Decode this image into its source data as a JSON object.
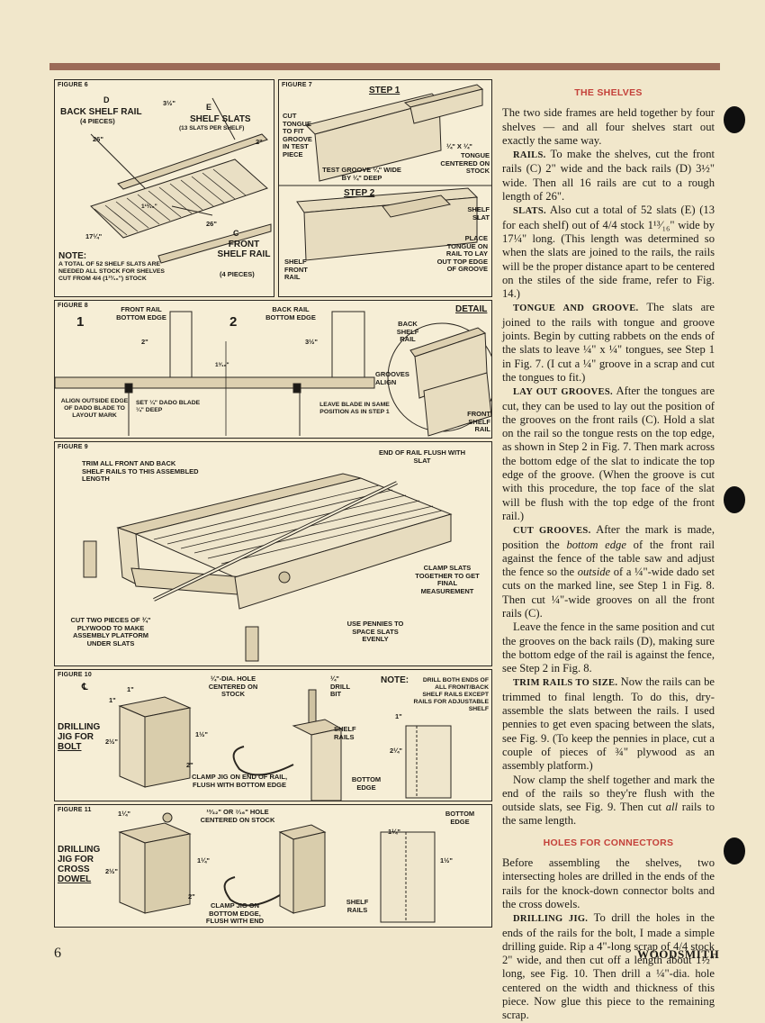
{
  "figure6": {
    "label": "FIGURE 6",
    "d_circle": "D",
    "back_rail_title": "BACK SHELF RAIL",
    "back_rail_count": "(4 PIECES)",
    "e_circle": "E",
    "slats_title": "SHELF SLATS",
    "slats_count": "(13 SLATS PER SHELF)",
    "dim_3_5": "3½\"",
    "dim_26_top": "26\"",
    "dim_2": "2\"",
    "dim_1_13_16": "1¹³⁄₁₆\"",
    "dim_17_25": "17¼\"",
    "dim_26_bottom": "26\"",
    "c_circle": "C",
    "front_rail_title": "FRONT SHELF RAIL",
    "front_rail_count": "(4 PIECES)",
    "note_title": "NOTE:",
    "note_body": "A TOTAL OF 52 SHELF SLATS ARE NEEDED ALL STOCK FOR SHELVES CUT FROM 4/4 (1¹³⁄₁₆\") STOCK"
  },
  "figure7": {
    "label": "FIGURE 7",
    "step1": "STEP 1",
    "cut_tongue": "CUT TONGUE TO FIT GROOVE IN TEST PIECE",
    "test_groove": "TEST GROOVE ¼\" WIDE BY ¼\" DEEP",
    "tongue_size": "¼\" x ¼\"",
    "tongue_centered": "TONGUE CENTERED ON STOCK",
    "step2": "STEP 2",
    "shelf_slat": "SHELF SLAT",
    "place_tongue": "PLACE TONGUE ON RAIL TO LAY OUT TOP EDGE OF GROOVE",
    "shelf_front_rail": "SHELF FRONT RAIL"
  },
  "figure8": {
    "label": "FIGURE 8",
    "num1": "1",
    "num2": "2",
    "front_rail_bottom": "FRONT RAIL BOTTOM EDGE",
    "back_rail_bottom": "BACK RAIL BOTTOM EDGE",
    "dim_2": "2\"",
    "dim_3_5": "3½\"",
    "dim_13_16": "1³⁄₁₆\"",
    "align_outside": "ALIGN OUTSIDE EDGE OF DADO BLADE TO LAYOUT MARK",
    "set_dado": "SET ¼\" DADO BLADE ¼\" DEEP",
    "leave_blade": "LEAVE BLADE IN SAME POSITION AS IN STEP 1",
    "detail": "DETAIL",
    "back_shelf_rail": "BACK SHELF RAIL",
    "grooves_align": "GROOVES ALIGN",
    "front_shelf_rail": "FRONT SHELF RAIL"
  },
  "figure9": {
    "label": "FIGURE 9",
    "trim_rails": "TRIM ALL FRONT AND BACK SHELF RAILS TO THIS ASSEMBLED LENGTH",
    "end_of_rail": "END OF RAIL FLUSH WITH SLAT",
    "clamp_slats": "CLAMP SLATS TOGETHER TO GET FINAL MEASUREMENT",
    "use_pennies": "USE PENNIES TO SPACE SLATS EVENLY",
    "cut_two_pieces": "CUT TWO PIECES OF ¾\" PLYWOOD TO MAKE ASSEMBLY PLATFORM UNDER SLATS"
  },
  "figure10": {
    "label": "FIGURE 10",
    "cl": "℄",
    "dim_1_top": "1\"",
    "dim_1_side": "1\"",
    "hole_centered": "¼\"-DIA. HOLE CENTERED ON STOCK",
    "drill_bit": "¼\" DRILL BIT",
    "note_title": "NOTE:",
    "note_body": "DRILL BOTH ENDS OF ALL FRONT/BACK SHELF RAILS EXCEPT RAILS FOR ADJUSTABLE SHELF",
    "drilling_jig": "DRILLING JIG FOR",
    "bolt": "BOLT",
    "dim_2_5": "2½\"",
    "dim_1_5": "1½\"",
    "dim_2": "2\"",
    "clamp_jig": "CLAMP JIG ON END OF RAIL, FLUSH WITH BOTTOM EDGE",
    "shelf_rails": "SHELF RAILS",
    "dim_1_right": "1\"",
    "dim_2_25": "2¼\"",
    "bottom_edge": "BOTTOM EDGE"
  },
  "figure11": {
    "label": "FIGURE 11",
    "dim_1_25": "1¼\"",
    "hole_centered": "¹³⁄₃₂\" OR ⁷⁄₁₆\" HOLE CENTERED ON STOCK",
    "drilling_jig": "DRILLING JIG FOR CROSS",
    "dowel": "DOWEL",
    "dim_2_5": "2½\"",
    "dim_1_75": "1¼\"",
    "dim_2": "2\"",
    "clamp_jig": "CLAMP JIG ON BOTTOM EDGE, FLUSH WITH END",
    "shelf_rails": "SHELF RAILS",
    "dim_1_25_right": "1¼\"",
    "dim_1_5_right": "1½\"",
    "bottom_edge": "BOTTOM EDGE"
  },
  "article": {
    "heading1": "THE SHELVES",
    "p1": "The two side frames are held together by four shelves — and all four shelves start out exactly the same way.",
    "p2_lead": "RAILS.",
    "p2": " To make the shelves, cut the front rails (C) 2\" wide and the back rails (D) 3½\" wide. Then all 16 rails are cut to a rough length of 26\".",
    "p3_lead": "SLATS.",
    "p3": " Also cut a total of 52 slats (E) (13 for each shelf) out of 4/4 stock 1¹³⁄₁₆\" wide by 17¼\" long. (This length was determined so when the slats are joined to the rails, the rails will be the proper distance apart to be centered on the stiles of the side frame, refer to Fig. 14.)",
    "p4_lead": "TONGUE AND GROOVE.",
    "p4": " The slats are joined to the rails with tongue and groove joints. Begin by cutting rabbets on the ends of the slats to leave ¼\" x ¼\" tongues, see Step 1 in Fig. 7. (I cut a ¼\" groove in a scrap and cut the tongues to fit.)",
    "p5_lead": "LAY OUT GROOVES.",
    "p5": " After the tongues are cut, they can be used to lay out the position of the grooves on the front rails (C). Hold a slat on the rail so the tongue rests on the top edge, as shown in Step 2 in Fig. 7. Then mark across the bottom edge of the slat to indicate the top edge of the groove. (When the groove is cut with this procedure, the top face of the slat will be flush with the top edge of the front rail.)",
    "p6_lead": "CUT GROOVES.",
    "p6_a": " After the mark is made, position the ",
    "p6_em1": "bottom edge",
    "p6_b": " of the front rail against the fence of the table saw and adjust the fence so the ",
    "p6_em2": "outside",
    "p6_c": " of a ¼\"-wide dado set cuts on the marked line, see Step 1 in Fig. 8. Then cut ¼\"-wide grooves on all the front rails (C).",
    "p7": "Leave the fence in the same position and cut the grooves on the back rails (D), making sure the bottom edge of the rail is against the fence, see Step 2 in Fig. 8.",
    "p8_lead": "TRIM RAILS TO SIZE.",
    "p8": " Now the rails can be trimmed to final length. To do this, dry-assemble the slats between the rails. I used pennies to get even spacing between the slats, see Fig. 9. (To keep the pennies in place, cut a couple of pieces of ¾\" plywood as an assembly platform.)",
    "p9_a": "Now clamp the shelf together and mark the end of the rails so they're flush with the outside slats, see Fig. 9. Then cut ",
    "p9_em": "all",
    "p9_b": " rails to the same length.",
    "heading2": "HOLES FOR CONNECTORS",
    "p10": "Before assembling the shelves, two intersecting holes are drilled in the ends of the rails for the knock-down connector bolts and the cross dowels.",
    "p11_lead": "DRILLING JIG.",
    "p11": " To drill the holes in the ends of the rails for the bolt, I made a simple drilling guide. Rip a 4\"-long scrap of 4/4 stock 2\" wide, and then cut off a length about 1½\" long, see Fig. 10. Then drill a ¼\"-dia. hole centered on the width and thickness of this piece. Now glue this piece to the remaining scrap."
  },
  "footer": {
    "page_number": "6",
    "magazine": "WOODSMITH"
  },
  "colors": {
    "paper": "#f1e7cb",
    "top_bar": "#9c6b58",
    "heading_red": "#c4413a"
  }
}
